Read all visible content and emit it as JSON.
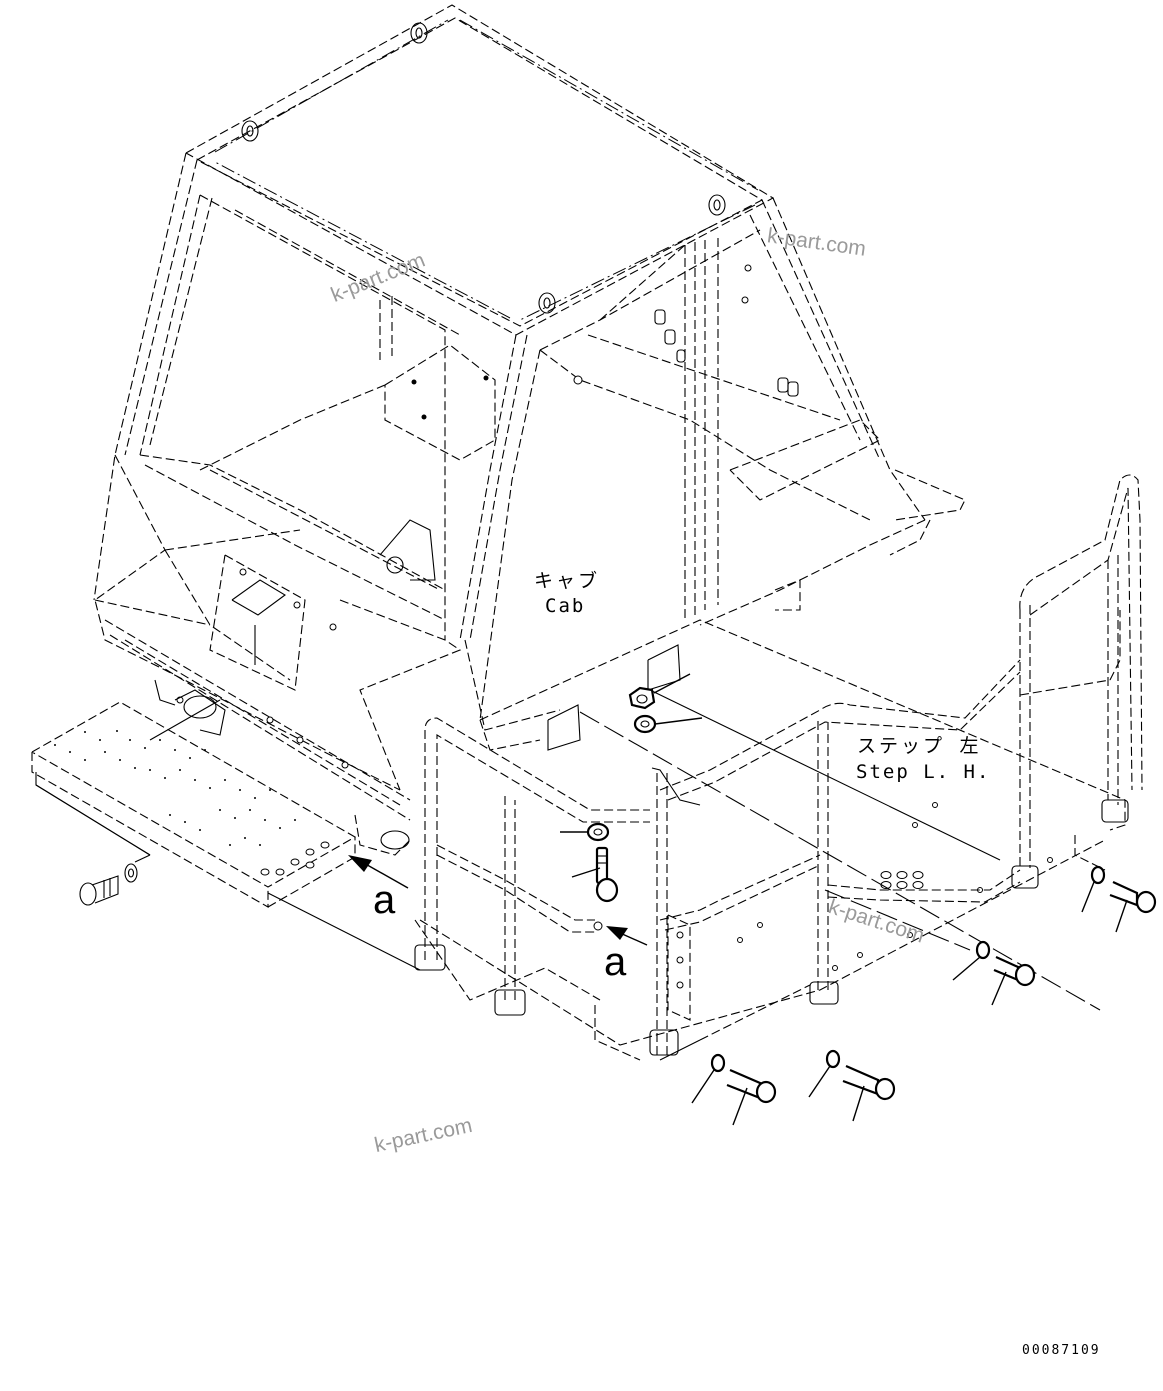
{
  "diagram": {
    "type": "exploded isometric parts drawing",
    "components": [
      {
        "id": "cab",
        "label_jp": "キャブ",
        "label_en": "Cab"
      },
      {
        "id": "step_lh",
        "label_jp": "ステップ 左",
        "label_en": "Step L. H."
      }
    ],
    "callouts": [
      {
        "id": "a1",
        "text": "a"
      },
      {
        "id": "a2",
        "text": "a"
      }
    ],
    "fasteners": {
      "bolt_washer_sets": 6,
      "nut_washer_sets": 1,
      "bolts_on_step_platform": 1
    },
    "watermarks": [
      "k-part.com",
      "k-part.com",
      "k-part.com",
      "k-part.com"
    ],
    "drawing_number": "00087109",
    "colors": {
      "line": "#000000",
      "background": "#ffffff",
      "watermark": "#9a9a9a"
    }
  }
}
